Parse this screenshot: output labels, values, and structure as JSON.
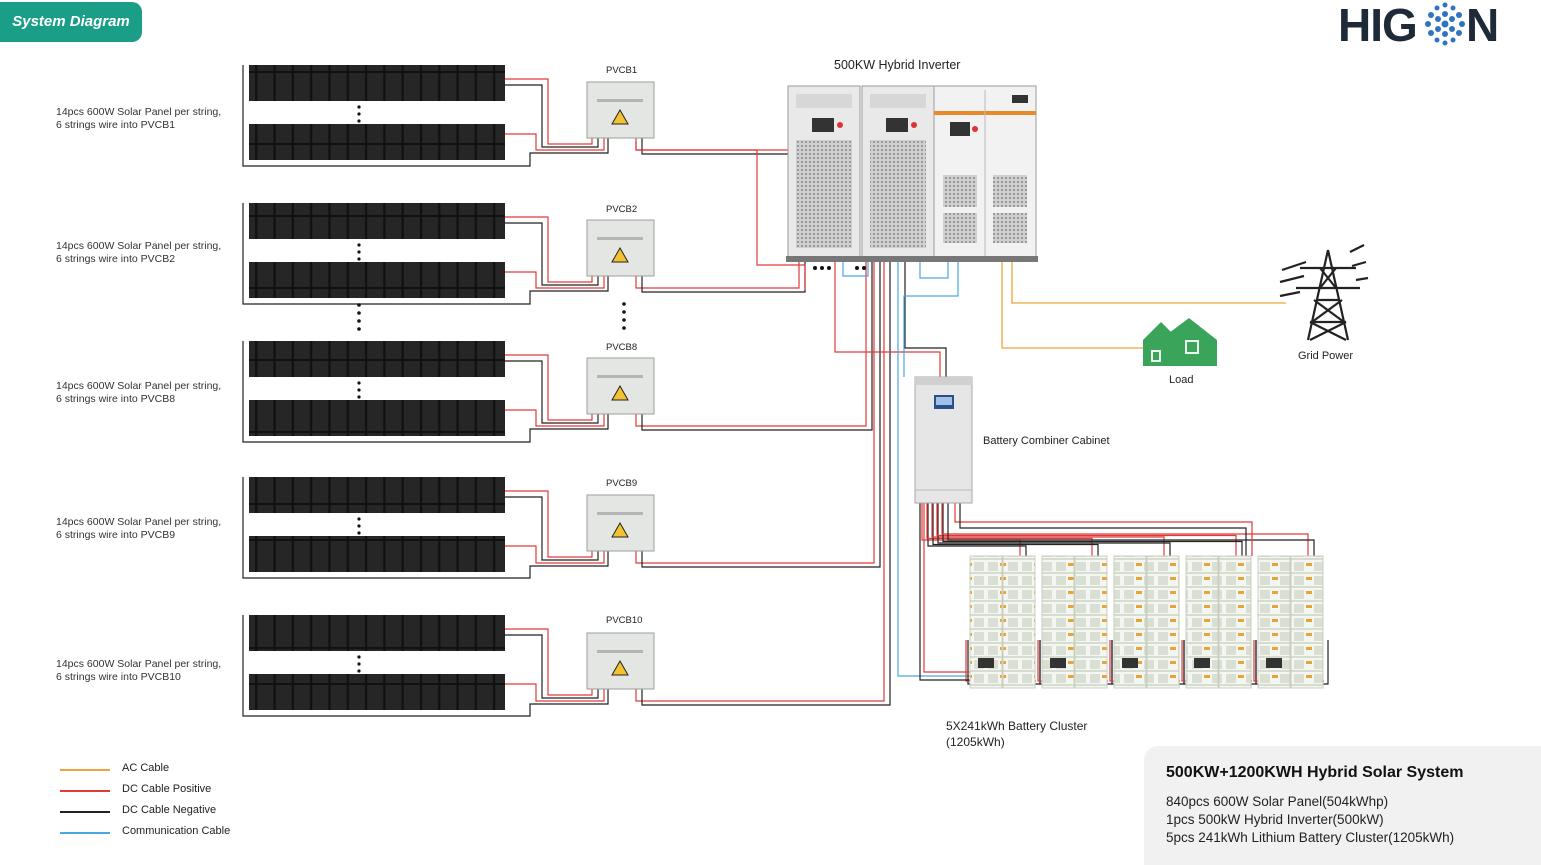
{
  "header": {
    "badge": "System Diagram"
  },
  "logo": {
    "left_text": "HIG",
    "right_text": "N",
    "colors": {
      "text": "#1e2a38",
      "dots": "#2f74c0"
    }
  },
  "inverter": {
    "label": "500KW Hybrid Inverter"
  },
  "combiner_boxes": [
    "PVCB1",
    "PVCB2",
    "PVCB8",
    "PVCB9",
    "PVCB10"
  ],
  "string_groups": [
    {
      "line1": "14pcs 600W Solar Panel per string,",
      "line2": "6 strings wire into PVCB1"
    },
    {
      "line1": "14pcs 600W Solar Panel per string,",
      "line2": "6 strings wire into PVCB2"
    },
    {
      "line1": "14pcs 600W Solar Panel per string,",
      "line2": "6 strings wire into PVCB8"
    },
    {
      "line1": "14pcs 600W Solar Panel per string,",
      "line2": "6 strings wire into PVCB9"
    },
    {
      "line1": "14pcs 600W Solar Panel per string,",
      "line2": "6 strings wire into PVCB10"
    }
  ],
  "battery_combiner": {
    "label": "Battery Combiner Cabinet"
  },
  "battery_cluster": {
    "line1": "5X241kWh Battery Cluster",
    "line2": "(1205kWh)"
  },
  "load": {
    "label": "Load"
  },
  "grid": {
    "label": "Grid Power"
  },
  "legend": [
    {
      "label": "AC Cable",
      "color": "#f0a43a"
    },
    {
      "label": "DC Cable Positive",
      "color": "#e03a3a"
    },
    {
      "label": "DC Cable Negative",
      "color": "#222222"
    },
    {
      "label": "Communication Cable",
      "color": "#4aa8e0"
    }
  ],
  "summary": {
    "title": "500KW+1200KWH Hybrid Solar System",
    "lines": [
      "840pcs 600W Solar Panel(504kWhp)",
      "1pcs 500kW Hybrid Inverter(500kW)",
      "5pcs 241kWh Lithium Battery Cluster(1205kWh)"
    ]
  },
  "colors": {
    "accent": "#1a9e87",
    "panel": "#1a1a1a",
    "house": "#3aa55a",
    "ac": "#f0a43a",
    "dc_pos": "#e03a3a",
    "dc_neg": "#222222",
    "comm": "#4aa8e0"
  }
}
